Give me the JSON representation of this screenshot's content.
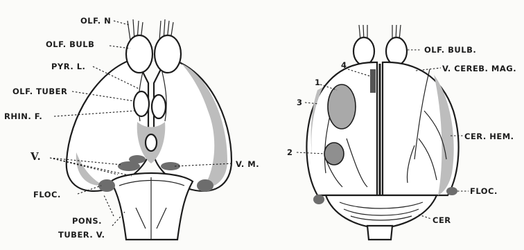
{
  "ventral_view": {
    "labels": {
      "olf_n": "OLF. N",
      "olf_bulb": "OLF. BULB",
      "pyr_l": "PYR. L.",
      "olf_tuber": "OLF. TUBER",
      "rhin_f": "RHIN. F.",
      "v": "V.",
      "v_m": "V. M.",
      "floc": "FLOC.",
      "pons": "PONS.",
      "tuber_v": "TUBER. V."
    }
  },
  "dorsal_view": {
    "labels": {
      "olf_bulb": "OLF. BULB.",
      "v_cereb_mag": "V. CEREB. MAG.",
      "cer_hem": "CER. HEM.",
      "floc": "FLOC.",
      "cer": "CER",
      "n1": "1",
      "n2": "2",
      "n3": "3",
      "n4": "4"
    }
  }
}
